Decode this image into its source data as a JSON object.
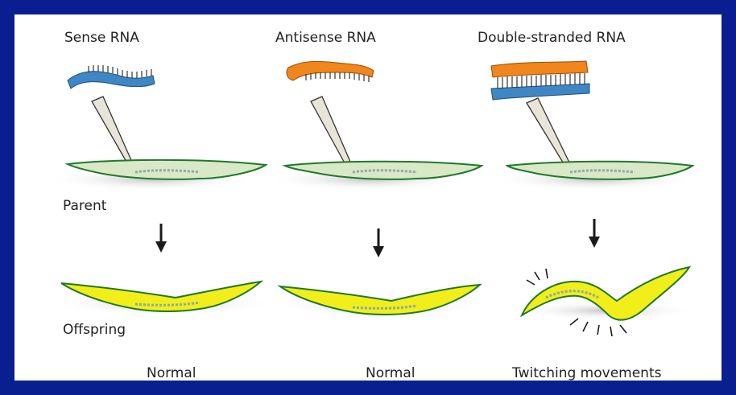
{
  "columns": [
    {
      "title": "Sense RNA",
      "outcome": "Normal"
    },
    {
      "title": "Antisense RNA",
      "outcome": "Normal"
    },
    {
      "title": "Double-stranded RNA",
      "outcome": "Twitching movements"
    }
  ],
  "row_labels": {
    "parent": "Parent",
    "offspring": "Offspring"
  },
  "colors": {
    "slide_bg": "#0a1f8f",
    "panel_bg": "#ffffff",
    "sense_strand": "#3f86c4",
    "antisense_strand": "#f0861c",
    "worm_outline": "#1f7a2a",
    "worm_fill_parent": "#d9e8c6",
    "worm_fill_offspring": "#f2ee1a",
    "arrow": "#1a1a1a"
  }
}
